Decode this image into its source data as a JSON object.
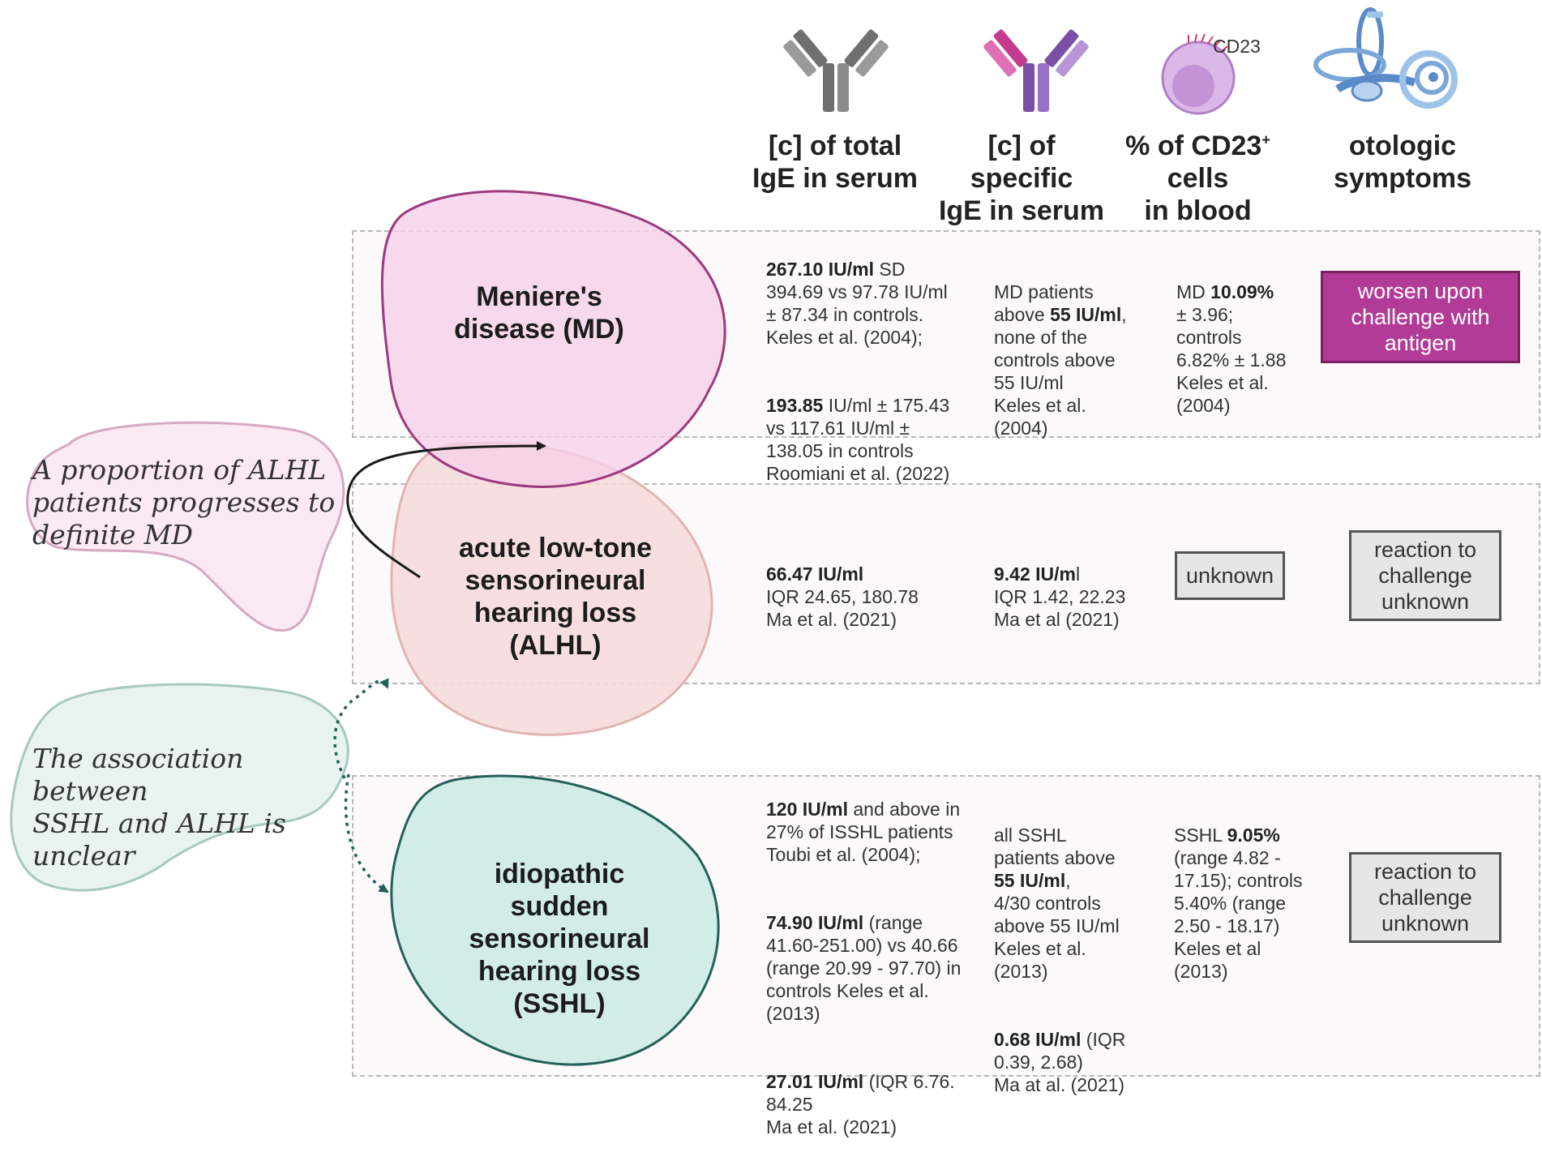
{
  "headers": {
    "total_ige": [
      "[c] of total",
      "IgE in serum"
    ],
    "specific_ige": [
      "[c] of specific",
      "IgE in serum"
    ],
    "cd23": {
      "pre": "% of CD23",
      "sup": "+",
      "post": " cells",
      "line2": "in blood"
    },
    "otologic": [
      "otologic",
      "symptoms"
    ],
    "cd23_label": "CD23"
  },
  "diseases": {
    "md": {
      "title": [
        "Meniere's",
        "disease (MD)"
      ]
    },
    "alhl": {
      "title": [
        "acute low-tone",
        "sensorineural",
        "hearing loss",
        "(ALHL)"
      ]
    },
    "sshl": {
      "title": [
        "idiopathic",
        "sudden",
        "sensorineural",
        "hearing loss",
        "(SSHL)"
      ]
    }
  },
  "notes": {
    "alhl_md": [
      "A proportion of ALHL",
      "patients progresses to",
      "definite MD"
    ],
    "sshl_alhl": [
      "The association between",
      "SSHL and ALHL is",
      "unclear"
    ]
  },
  "rows": {
    "md": {
      "total": [
        {
          "bold": "267.10 IU/ml",
          "text": " SD\n394.69 vs 97.78 IU/ml\n± 87.34 in controls.\nKeles et al. (2004);"
        },
        {
          "bold": "193.85",
          "text": " IU/ml ± 175.43\nvs 117.61 IU/ml ±\n138.05 in controls\nRoomiani et al. (2022)"
        }
      ],
      "specific": [
        {
          "pre": "MD patients\nabove  ",
          "bold": "55 IU/ml",
          "text": ",\nnone of the\ncontrols above\n55 IU/ml\nKeles et al.\n(2004)"
        }
      ],
      "cd23": [
        {
          "pre": "MD ",
          "bold": "10.09%",
          "text": "\n± 3.96;\ncontrols\n6.82% ± 1.88\n Keles et al.\n(2004)"
        }
      ],
      "symptom": "worsen upon challenge with antigen"
    },
    "alhl": {
      "total": [
        {
          "bold": "66.47 IU/ml",
          "text": "\n IQR 24.65, 180.78\nMa et al. (2021)"
        }
      ],
      "specific": [
        {
          "bold": "9.42 IU/m",
          "text": "l\nIQR 1.42, 22.23\nMa et al (2021)"
        }
      ],
      "cd23_box": "unknown",
      "symptom": "reaction to challenge unknown"
    },
    "sshl": {
      "total": [
        {
          "bold": "120 IU/ml",
          "text": " and above in\n27% of ISSHL patients\nToubi et al. (2004);"
        },
        {
          "bold": "74.90 IU/ml",
          "text": " (range\n41.60-251.00) vs 40.66\n(range 20.99 - 97.70) in\ncontrols Keles et al.\n(2013)"
        },
        {
          "bold": "27.01 IU/ml",
          "text": " (IQR 6.76.\n84.25\nMa et al. (2021)"
        }
      ],
      "specific": [
        {
          "pre": "all SSHL\npatients above\n",
          "bold": "55 IU/ml",
          "text": ",\n4/30 controls\nabove 55 IU/ml\nKeles et al.\n(2013)"
        },
        {
          "bold": "0.68 IU/ml",
          "text": " (IQR\n0.39, 2.68)\nMa at al. (2021)"
        }
      ],
      "cd23": [
        {
          "pre": "SSHL ",
          "bold": "9.05%",
          "text": "\n(range 4.82 -\n17.15); controls\n5.40% (range\n2.50 - 18.17)\nKeles et al\n(2013)"
        }
      ],
      "symptom": "reaction to challenge unknown"
    }
  },
  "colors": {
    "md_fill": "#f6cfe8",
    "md_stroke": "#9b3a7d",
    "alhl_fill": "#f7dcdc",
    "alhl_stroke": "#e3b3b3",
    "sshl_fill": "#d2ece7",
    "sshl_stroke": "#24605a",
    "note1_fill": "#fbe9f3",
    "note1_stroke": "#d6a9c2",
    "note2_fill": "#e9f4f1",
    "note2_stroke": "#a8c8c0",
    "accent_magenta": "#b23b97"
  },
  "icons": [
    "total-ige-antibody-icon",
    "specific-ige-antibody-icon",
    "cd23-cell-icon",
    "inner-ear-icon"
  ]
}
